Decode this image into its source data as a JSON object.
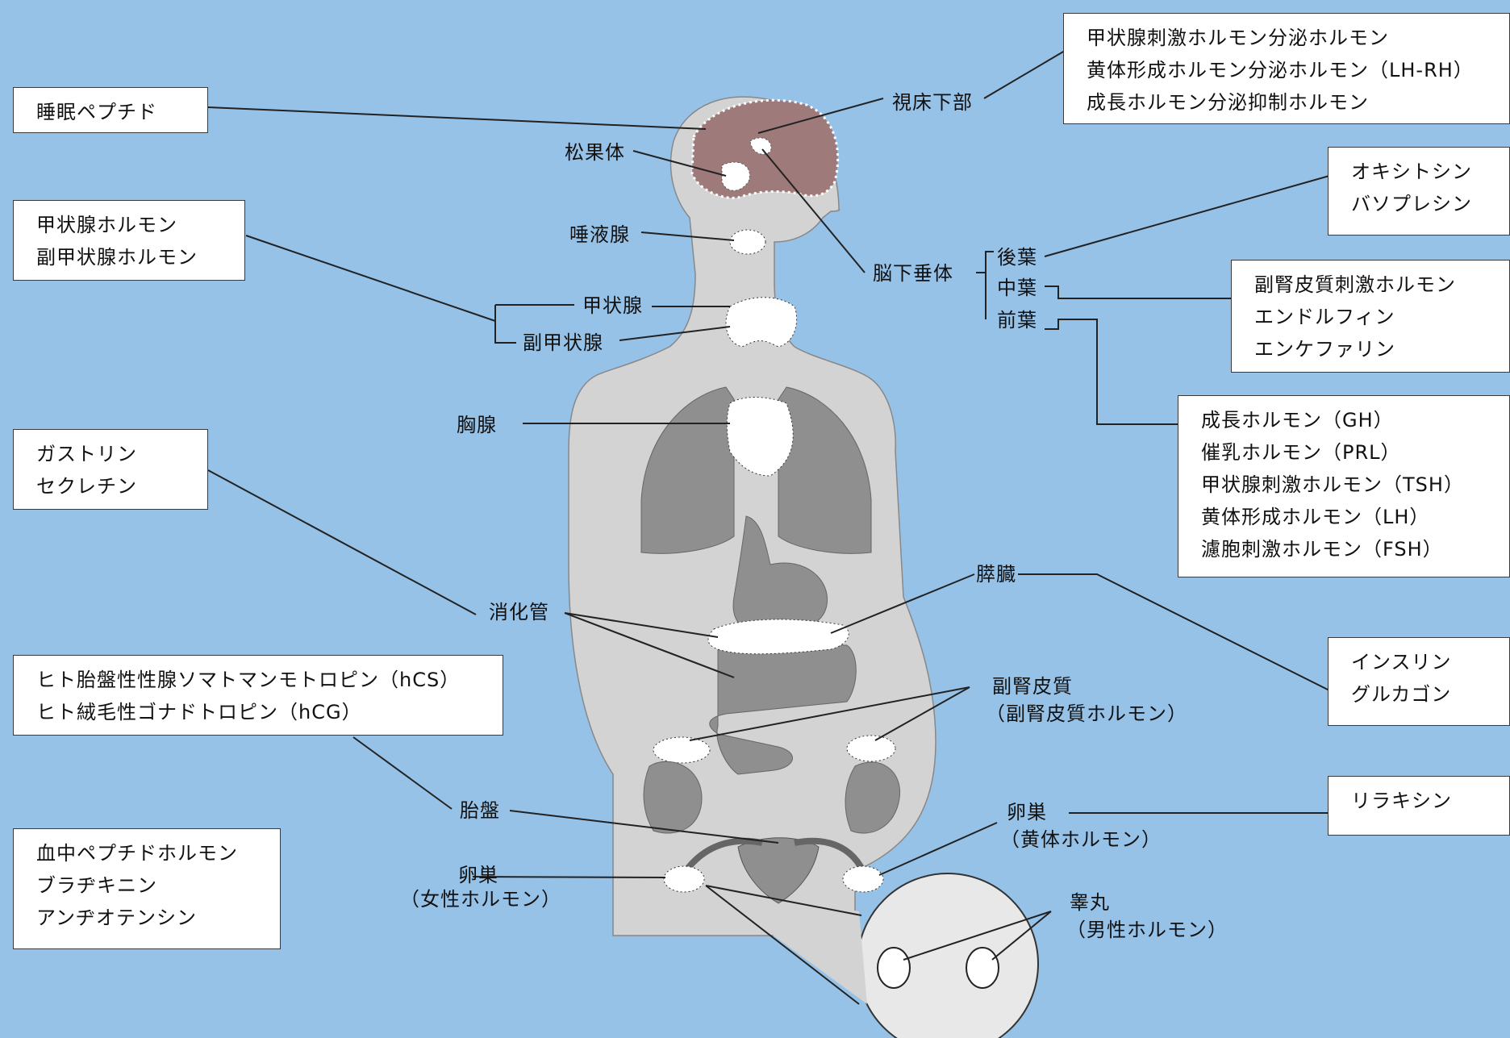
{
  "hormone_boxes": {
    "sleep": [
      "睡眠ペプチド"
    ],
    "thyroid": [
      "甲状腺ホルモン",
      "副甲状腺ホルモン"
    ],
    "digestive": [
      "ガストリン",
      "セクレチン"
    ],
    "placenta": [
      "ヒト胎盤性性腺ソマトマンモトロピン（hCS）",
      "ヒト絨毛性ゴナドトロピン（hCG）"
    ],
    "blood": [
      "血中ペプチドホルモン",
      "ブラヂキニン",
      "アンヂオテンシン"
    ],
    "hypothalamus": [
      "甲状腺刺激ホルモン分泌ホルモン",
      "黄体形成ホルモン分泌ホルモン（LH-RH）",
      "成長ホルモン分泌抑制ホルモン"
    ],
    "posterior": [
      "オキシトシン",
      "バソプレシン"
    ],
    "middle": [
      "副腎皮質刺激ホルモン",
      "エンドルフィン",
      "エンケファリン"
    ],
    "anterior": [
      "成長ホルモン（GH）",
      "催乳ホルモン（PRL）",
      "甲状腺刺激ホルモン（TSH）",
      "黄体形成ホルモン（LH）",
      "濾胞刺激ホルモン（FSH）"
    ],
    "pancreas": [
      "インスリン",
      "グルカゴン"
    ],
    "ovary_right": [
      "リラキシン"
    ]
  },
  "organ_labels": {
    "pineal": "松果体",
    "hypothalamus": "視床下部",
    "salivary": "唾液腺",
    "pituitary": "脳下垂体",
    "posterior_lobe": "後葉",
    "middle_lobe": "中葉",
    "anterior_lobe": "前葉",
    "thyroid": "甲状腺",
    "parathyroid": "副甲状腺",
    "thymus": "胸腺",
    "digestive": "消化管",
    "pancreas": "膵臓",
    "adrenal": "副腎皮質",
    "adrenal_sub": "（副腎皮質ホルモン）",
    "placenta": "胎盤",
    "ovary_left": "卵巣",
    "ovary_left_sub": "（女性ホルモン）",
    "ovary_right": "卵巣",
    "ovary_right_sub": "（黄体ホルモン）",
    "testis": "睾丸",
    "testis_sub": "（男性ホルモン）"
  },
  "colors": {
    "background": "#96c2e8",
    "body": "#d3d3d3",
    "organs": "#8f8f8f",
    "brain": "#9e7a7a",
    "glands": "#ffffff"
  }
}
